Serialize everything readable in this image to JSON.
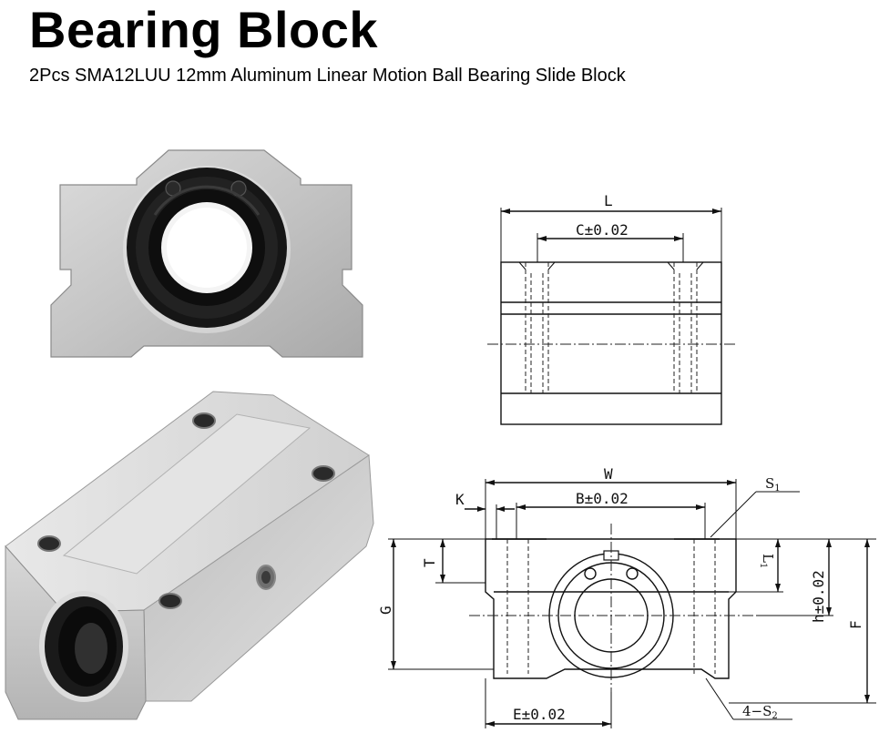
{
  "header": {
    "title": "Bearing Block",
    "subtitle": "2Pcs SMA12LUU 12mm Aluminum Linear Motion Ball Bearing Slide Block"
  },
  "side_drawing": {
    "labels": {
      "length": "L",
      "hole_spacing": "C±0.02"
    }
  },
  "front_drawing": {
    "labels": {
      "width": "W",
      "k": "K",
      "hole_spacing": "B±0.02",
      "s1": "S",
      "s1_sub": "1",
      "t": "T",
      "g": "G",
      "l1": "L",
      "l1_sub": "1",
      "h": "h±0.02",
      "f": "F",
      "e": "E±0.02",
      "s2": "4−S",
      "s2_sub": "2"
    }
  },
  "colors": {
    "aluminum": "#c9c9c9",
    "aluminum_dark": "#9c9c9c",
    "seal": "#141414",
    "line": "#111111"
  }
}
